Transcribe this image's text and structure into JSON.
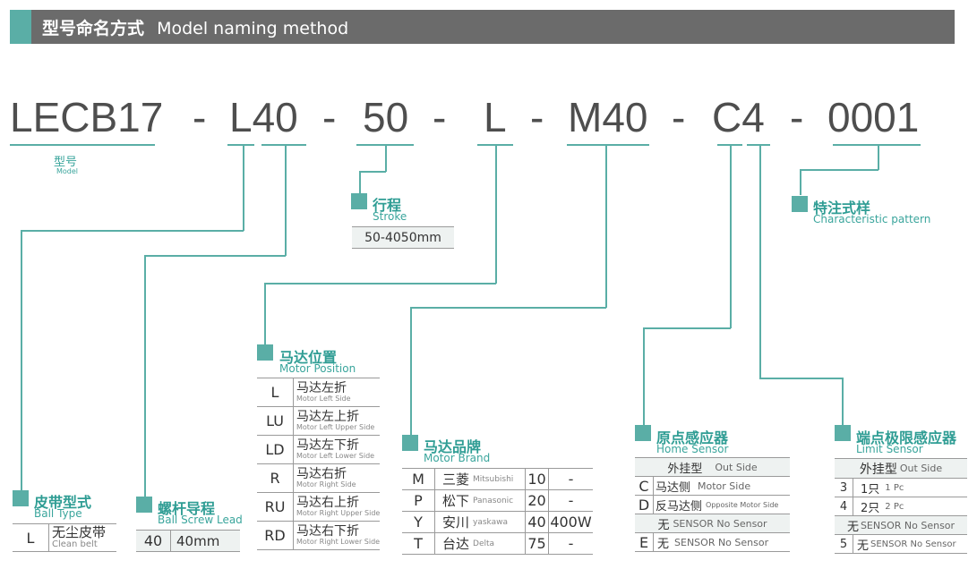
{
  "banner": {
    "title_cn": "型号命名方式",
    "title_en": "Model naming method"
  },
  "code": {
    "model": "LECB17",
    "lead": "L40",
    "stroke": "50",
    "position": "L",
    "motor": "M40",
    "home": "C4",
    "special": "0001",
    "dash": "-"
  },
  "model_label": {
    "cn": "型号",
    "en": "Model"
  },
  "stroke": {
    "cn": "行程",
    "en": "Stroke",
    "range": "50-4050mm"
  },
  "special": {
    "cn": "特注式样",
    "en": "Characteristic pattern"
  },
  "ball_type": {
    "cn": "皮带型式",
    "en": "Ball Type",
    "rows": [
      {
        "code": "L",
        "cn": "无尘皮带",
        "en": "Clean belt"
      }
    ]
  },
  "screw_lead": {
    "cn": "螺杆导程",
    "en": "Ball Screw Lead",
    "rows": [
      {
        "code": "40",
        "value": "40mm"
      }
    ]
  },
  "motor_position": {
    "cn": "马达位置",
    "en": "Motor Position",
    "rows": [
      {
        "code": "L",
        "cn": "马达左折",
        "en": "Motor Left Side"
      },
      {
        "code": "LU",
        "cn": "马达左上折",
        "en": "Motor Left Upper Side"
      },
      {
        "code": "LD",
        "cn": "马达左下折",
        "en": "Motor Left Lower Side"
      },
      {
        "code": "R",
        "cn": "马达右折",
        "en": "Motor Right Side"
      },
      {
        "code": "RU",
        "cn": "马达右上折",
        "en": "Motor Right Upper Side"
      },
      {
        "code": "RD",
        "cn": "马达右下折",
        "en": "Motor Right Lower Side"
      }
    ]
  },
  "motor_brand": {
    "cn": "马达品牌",
    "en": "Motor Brand",
    "rows": [
      {
        "code": "M",
        "cn": "三菱",
        "en": "Mitsubishi",
        "size": "10",
        "power": "-"
      },
      {
        "code": "P",
        "cn": "松下",
        "en": "Panasonic",
        "size": "20",
        "power": "-"
      },
      {
        "code": "Y",
        "cn": "安川",
        "en": "yaskawa",
        "size": "40",
        "power": "400W"
      },
      {
        "code": "T",
        "cn": "台达",
        "en": "Delta",
        "size": "75",
        "power": "-"
      }
    ]
  },
  "home_sensor": {
    "cn": "原点感应器",
    "en": "Home Sensor",
    "rows": [
      {
        "code": "",
        "cn": "外挂型",
        "en": "Out Side"
      },
      {
        "code": "C",
        "cn": "马达侧",
        "en": "Motor Side"
      },
      {
        "code": "D",
        "cn": "反马达侧",
        "en": "Opposite Motor Side"
      },
      {
        "code": "",
        "cn": "无",
        "en": "SENSOR No Sensor"
      },
      {
        "code": "E",
        "cn": "无",
        "en": "SENSOR No Sensor"
      }
    ]
  },
  "limit_sensor": {
    "cn": "端点极限感应器",
    "en": "Limit Sensor",
    "rows": [
      {
        "code": "",
        "cn": "外挂型",
        "en": "Out Side"
      },
      {
        "code": "3",
        "cn": "1只",
        "en": "1 Pc"
      },
      {
        "code": "4",
        "cn": "2只",
        "en": "2 Pc"
      },
      {
        "code": "",
        "cn": "无",
        "en": "SENSOR No Sensor"
      },
      {
        "code": "5",
        "cn": "无",
        "en": "SENSOR No Sensor"
      }
    ]
  },
  "colors": {
    "accent": "#5aaea6",
    "banner": "#6b6b6b",
    "text": "#4e4e4e"
  }
}
